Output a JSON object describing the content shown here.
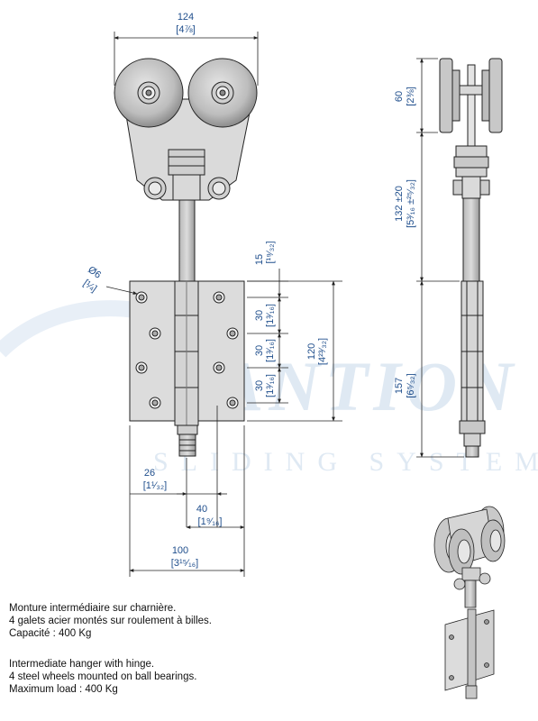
{
  "watermark": {
    "brand": "MANTION",
    "tagline": "SLIDING SYSTEMS"
  },
  "dimensions": {
    "width_total": "124",
    "width_total_in": "[4⅞]",
    "height_wheels": "60",
    "height_wheels_in": "[2⅜]",
    "height_stem": "132 ±20",
    "height_stem_in": "[5³⁄₁₆ ±²⁵⁄₃₂]",
    "plate_top_gap": "15",
    "plate_top_gap_in": "[¹⁹⁄₃₂]",
    "hole_pitch_1": "30",
    "hole_pitch_1_in": "[1³⁄₁₆]",
    "hole_pitch_2": "30",
    "hole_pitch_2_in": "[1³⁄₁₆]",
    "hole_pitch_3": "30",
    "hole_pitch_3_in": "[1³⁄₁₆]",
    "plate_height": "120",
    "plate_height_in": "[4²³⁄₃₂]",
    "lower_height": "157",
    "lower_height_in": "[6⁵⁄₃₂]",
    "hole_diameter": "Ø6",
    "hole_diameter_in": "[¼]",
    "offset_1": "26",
    "offset_1_in": "[1¹⁄₃₂]",
    "offset_2": "40",
    "offset_2_in": "[1⁹⁄₁₆]",
    "plate_width": "100",
    "plate_width_in": "[3¹⁵⁄₁₆]"
  },
  "description_fr": [
    "Monture intermédiaire sur charnière.",
    "4 galets acier montés sur roulement à billes.",
    "Capacité : 400 Kg"
  ],
  "description_en": [
    "Intermediate hanger with hinge.",
    "4 steel wheels mounted on ball bearings.",
    "Maximum load : 400 Kg"
  ]
}
